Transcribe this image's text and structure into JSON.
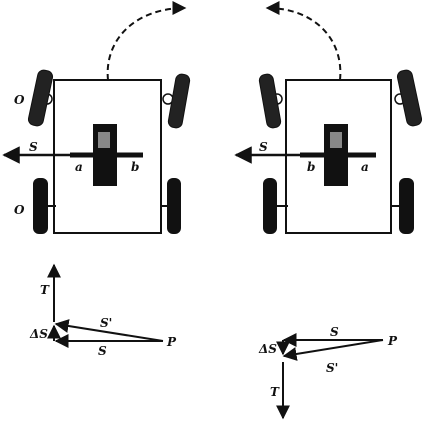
{
  "left_figure": {
    "pivot_label_top": "O",
    "pivot_label_bottom": "O",
    "force_label": "S",
    "point_a": "a",
    "point_b": "b"
  },
  "right_figure": {
    "force_label": "S",
    "point_b": "b",
    "point_a": "a"
  },
  "left_vectors": {
    "t_label": "T",
    "s_prime_label": "S'",
    "s_label": "S",
    "delta_s_label": "ΔS",
    "p_label": "P"
  },
  "right_vectors": {
    "s_label": "S",
    "s_prime_label": "S'",
    "delta_s_label": "ΔS",
    "p_label": "P",
    "t_label": "T"
  }
}
